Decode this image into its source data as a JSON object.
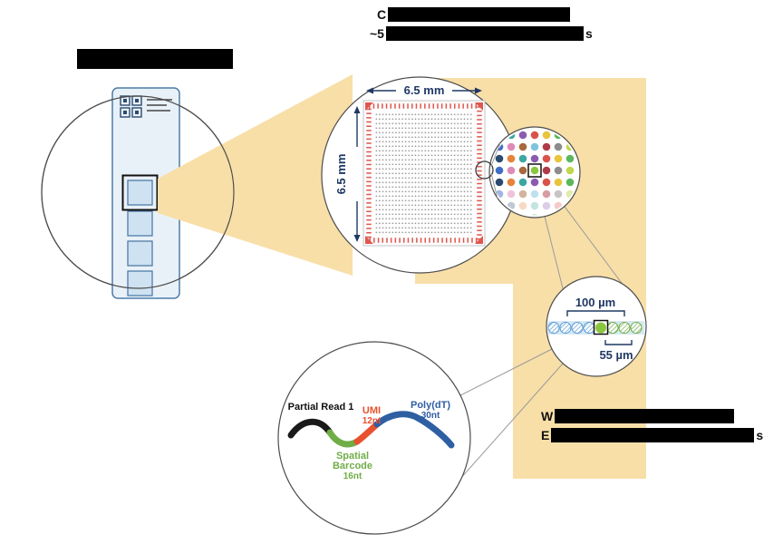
{
  "top_caption": {
    "line1_prefix": "C",
    "line2_prefix": "~5",
    "line2_suffix": "s"
  },
  "bottom_caption": {
    "line1_prefix": "W",
    "line2_prefix": "E",
    "line2_suffix": "s"
  },
  "capture_area": {
    "width_label": "6.5 mm",
    "height_label": "6.5 mm"
  },
  "spot_detail": {
    "pitch_label": "100 µm",
    "diameter_label": "55 µm"
  },
  "oligo": {
    "partial_read": "Partial Read 1",
    "umi": "UMI",
    "umi_length": "12nt",
    "barcode_line1": "Spatial",
    "barcode_line2": "Barcode",
    "barcode_length": "16nt",
    "polydt": "Poly(dT)",
    "polydt_length": "30nt"
  },
  "colors": {
    "band": "#F8DFA8",
    "fiducial_red": "#E0564E",
    "dimension_text": "#1F3864",
    "slide_blue": "#4E7CA8",
    "slide_fill": "#E9F1F8",
    "oligo_black": "#1A1A1A",
    "oligo_green": "#70AD47",
    "oligo_red": "#E8512E",
    "oligo_blue": "#2E5FA3",
    "spot_hatch_blue": "#5B9BD5",
    "spot_hatch_green": "#70AD47",
    "highlight_green": "#8CC63F"
  },
  "spot_palette": [
    "#3AA7A0",
    "#8B5BB1",
    "#D9534B",
    "#E8C53C",
    "#5CB85C",
    "#3F6FC4",
    "#E08AB8",
    "#A8693C",
    "#7FC4DC",
    "#B03A4A",
    "#8C8C8C",
    "#BFD84F",
    "#2B4A6F",
    "#E8823C"
  ]
}
